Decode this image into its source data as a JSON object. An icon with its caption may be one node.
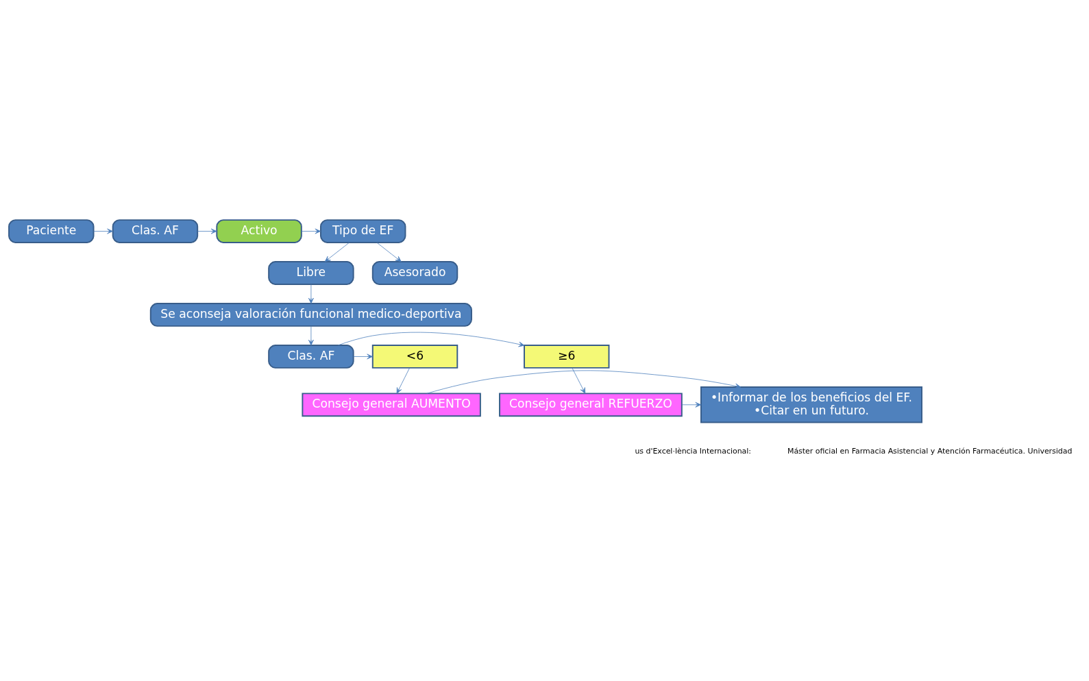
{
  "diagram": {
    "nodes": [
      {
        "text": [
          "Paciente"
        ]
      },
      {
        "text": [
          "Clas. AF"
        ]
      },
      {
        "text": [
          "Activo"
        ]
      },
      {
        "text": [
          "Tipo de EF"
        ]
      },
      {
        "text": [
          "Libre"
        ]
      },
      {
        "text": [
          "Asesorado"
        ]
      },
      {
        "text": [
          "Se aconseja valoración funcional medico-deportiva"
        ]
      },
      {
        "text": [
          "Clas. AF"
        ]
      },
      {
        "text": [
          "≥6"
        ]
      },
      {
        "text": [
          "<6"
        ]
      },
      {
        "text": [
          "Consejo general REFUERZO"
        ]
      },
      {
        "text": [
          "•Informar de los beneficios del EF.",
          "•Citar en un futuro."
        ]
      },
      {
        "text": [
          "Consejo general AUMENTO"
        ]
      }
    ],
    "edges": [
      {
        "from": 0,
        "to": 1,
        "arrow": "to"
      },
      {
        "from": 1,
        "to": 2,
        "arrow": "to"
      },
      {
        "from": 2,
        "to": 3,
        "arrow": "to"
      },
      {
        "from": 3,
        "to": 4,
        "arrow": "to"
      },
      {
        "from": 3,
        "to": 5,
        "arrow": "to"
      },
      {
        "from": 4,
        "to": 6,
        "arrow": "to"
      },
      {
        "from": 6,
        "to": 7,
        "arrow": "to"
      },
      {
        "from": 7,
        "to": 8,
        "arrow": "to"
      },
      {
        "from": 7,
        "to": 9,
        "arrow": "to"
      },
      {
        "from": 8,
        "to": 10,
        "arrow": "to"
      },
      {
        "from": 9,
        "to": 12,
        "arrow": "to"
      },
      {
        "from": 10,
        "to": 11,
        "arrow": "to"
      },
      {
        "from": 12,
        "to": 11,
        "arrow": "to"
      }
    ],
    "labels": [
      "us d'Excel·lència Internacional:",
      "Máster oficial en Farmacia Asistencial y Atención Farmacéutica. Universidad"
    ]
  }
}
